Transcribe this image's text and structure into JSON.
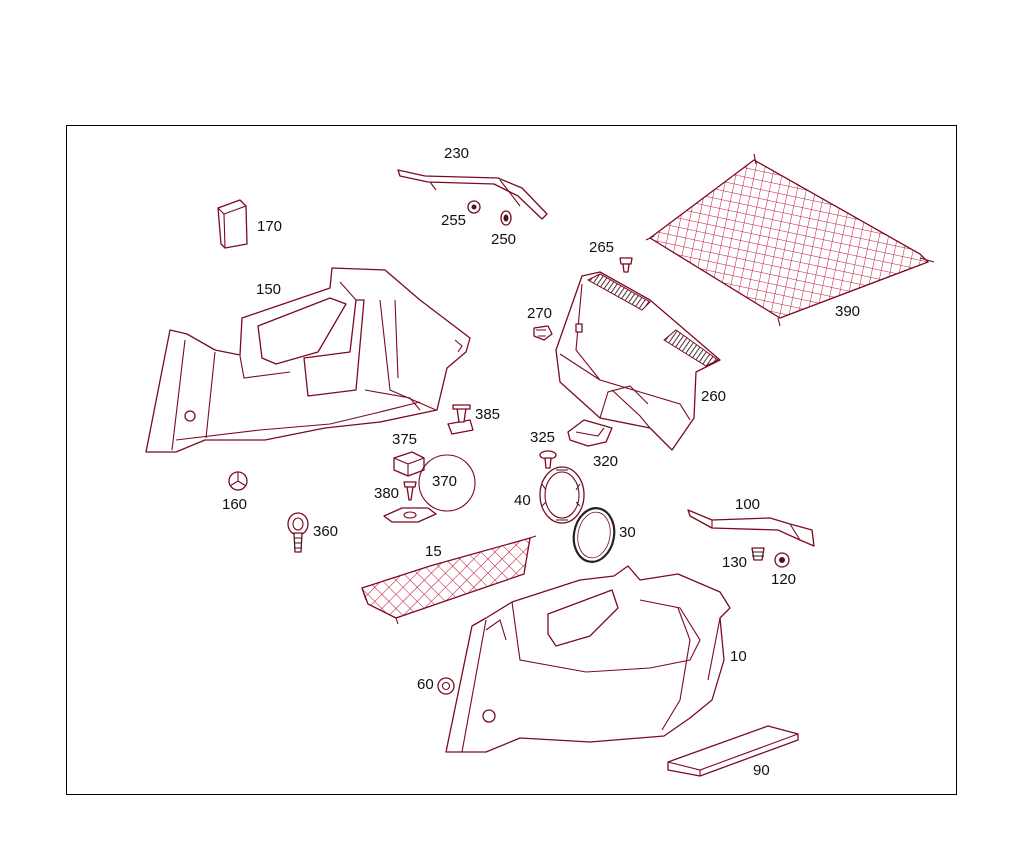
{
  "diagram": {
    "colors": {
      "line": "#7a0a22",
      "net": "#c0143c",
      "frame": "#000000"
    },
    "callouts": [
      {
        "id": "p230",
        "text": "230"
      },
      {
        "id": "p170",
        "text": "170"
      },
      {
        "id": "p255",
        "text": "255"
      },
      {
        "id": "p250",
        "text": "250"
      },
      {
        "id": "p265",
        "text": "265"
      },
      {
        "id": "p390",
        "text": "390"
      },
      {
        "id": "p150",
        "text": "150"
      },
      {
        "id": "p270",
        "text": "270"
      },
      {
        "id": "p385",
        "text": "385"
      },
      {
        "id": "p260",
        "text": "260"
      },
      {
        "id": "p375",
        "text": "375"
      },
      {
        "id": "p325",
        "text": "325"
      },
      {
        "id": "p320",
        "text": "320"
      },
      {
        "id": "p370",
        "text": "370"
      },
      {
        "id": "p380",
        "text": "380"
      },
      {
        "id": "p160",
        "text": "160"
      },
      {
        "id": "p40",
        "text": "40"
      },
      {
        "id": "p100",
        "text": "100"
      },
      {
        "id": "p360",
        "text": "360"
      },
      {
        "id": "p30",
        "text": "30"
      },
      {
        "id": "p15",
        "text": "15"
      },
      {
        "id": "p130",
        "text": "130"
      },
      {
        "id": "p120",
        "text": "120"
      },
      {
        "id": "p10",
        "text": "10"
      },
      {
        "id": "p60",
        "text": "60"
      },
      {
        "id": "p90",
        "text": "90"
      }
    ]
  }
}
